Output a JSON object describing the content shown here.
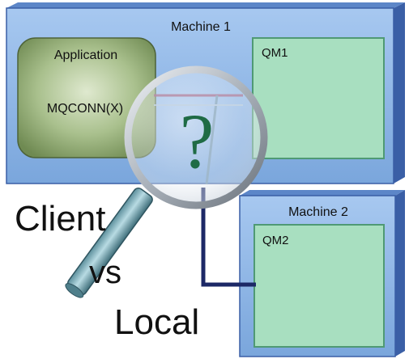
{
  "machine1": {
    "title": "Machine 1",
    "qm_label": "QM1"
  },
  "machine2": {
    "title": "Machine 2",
    "qm_label": "QM2"
  },
  "application": {
    "label": "Application",
    "call_label": "MQCONN(X)"
  },
  "magnifier": {
    "symbol": "?",
    "icon": "magnifying-glass-icon"
  },
  "caption": {
    "line1": "Client",
    "line2": "vs",
    "line3": "Local"
  },
  "colors": {
    "machine_face": "#88b4e8",
    "machine_side": "#3a5fa6",
    "qm_fill": "#a8dfc0",
    "app_fill": "#8ca870",
    "connector": "#1c2866",
    "question": "#1f6b45"
  }
}
